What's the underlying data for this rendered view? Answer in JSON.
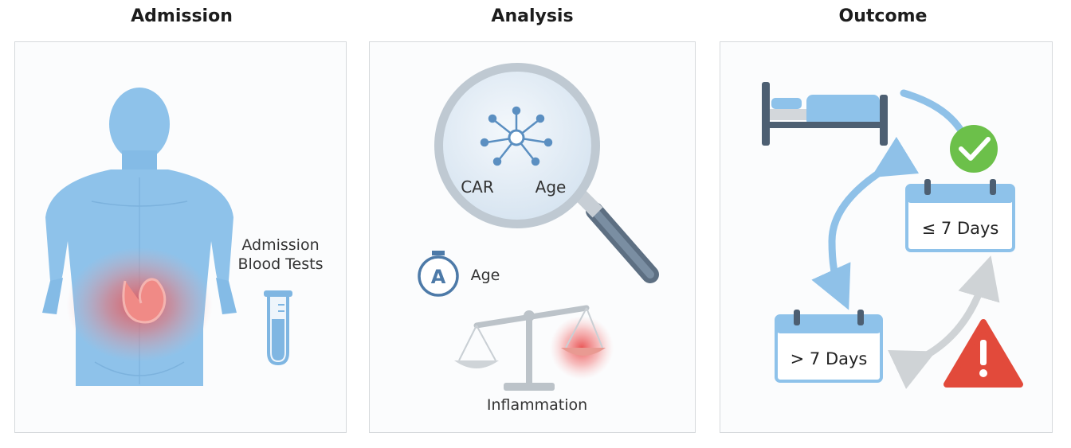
{
  "titles": {
    "admission": "Admission",
    "analysis": "Analysis",
    "outcome": "Outcome"
  },
  "admission": {
    "blood_tests_line1": "Admission",
    "blood_tests_line2": "Blood Tests"
  },
  "analysis": {
    "car_label": "CAR",
    "age_label_lens": "Age",
    "age_label_timer": "Age",
    "timer_letter": "A",
    "inflammation_label": "Inflammation"
  },
  "outcome": {
    "short_stay_label": "≤ 7 Days",
    "long_stay_label": "> 7 Days"
  },
  "colors": {
    "body_blue": "#8ec2ea",
    "inflammation_red": "#e84545",
    "success_green": "#6cc04a",
    "warning_red": "#e24a3b",
    "arrow_blue": "#8fc1e8",
    "arrow_gray": "#cfd3d6",
    "dark_slate": "#4d5f72"
  }
}
